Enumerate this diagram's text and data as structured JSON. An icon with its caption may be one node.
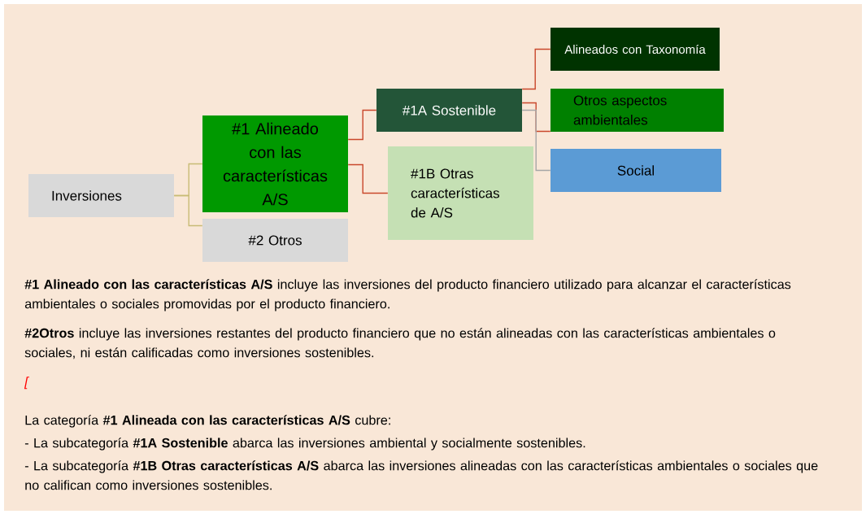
{
  "diagram": {
    "nodes": [
      {
        "text": [
          "Inversiones"
        ]
      },
      {
        "text": [
          "#1 Alineado con las características A/S"
        ]
      },
      {
        "text": [
          "#2 Otros"
        ]
      },
      {
        "text": [
          "#1A Sostenible"
        ]
      },
      {
        "text": [
          "#1B Otras características de A/S"
        ]
      },
      {
        "text": [
          "Alineados con Taxonomía"
        ]
      },
      {
        "text": [
          "Otros aspectos ambientales"
        ]
      },
      {
        "text": [
          "Social"
        ]
      }
    ],
    "edges": [
      {
        "from": 0,
        "to": 1,
        "arrow": "none",
        "color": "#c8bb75"
      },
      {
        "from": 0,
        "to": 2,
        "arrow": "none",
        "color": "#c8bb75"
      },
      {
        "from": 1,
        "to": 3,
        "arrow": "none"
      },
      {
        "from": 1,
        "to": 4,
        "arrow": "none"
      },
      {
        "from": 3,
        "to": 5,
        "arrow": "none"
      },
      {
        "from": 3,
        "to": 6,
        "arrow": "none"
      },
      {
        "from": 3,
        "to": 7,
        "arrow": "none",
        "color": "#a6a6a6"
      }
    ],
    "labels": [
      "**#1 Alineado con las características A/S** incluye las inversiones del producto financiero utilizado para alcanzar el características ambientales o sociales promovidas por el producto financiero.",
      "**#2Otros** incluye las inversiones restantes del producto financiero que no están alineadas con las características ambientales o sociales, ni están calificadas como inversiones sostenibles.",
      "[",
      "La categoría **#1 Alineada con las características A/S** cubre:",
      "- La subcategoría **#1A Sostenible** abarca las inversiones ambiental y socialmente sostenibles.",
      "- La subcategoría **#1B Otras características A/S** abarca las inversiones alineadas con las características ambientales o sociales que no califican como inversiones sostenibles."
    ]
  }
}
